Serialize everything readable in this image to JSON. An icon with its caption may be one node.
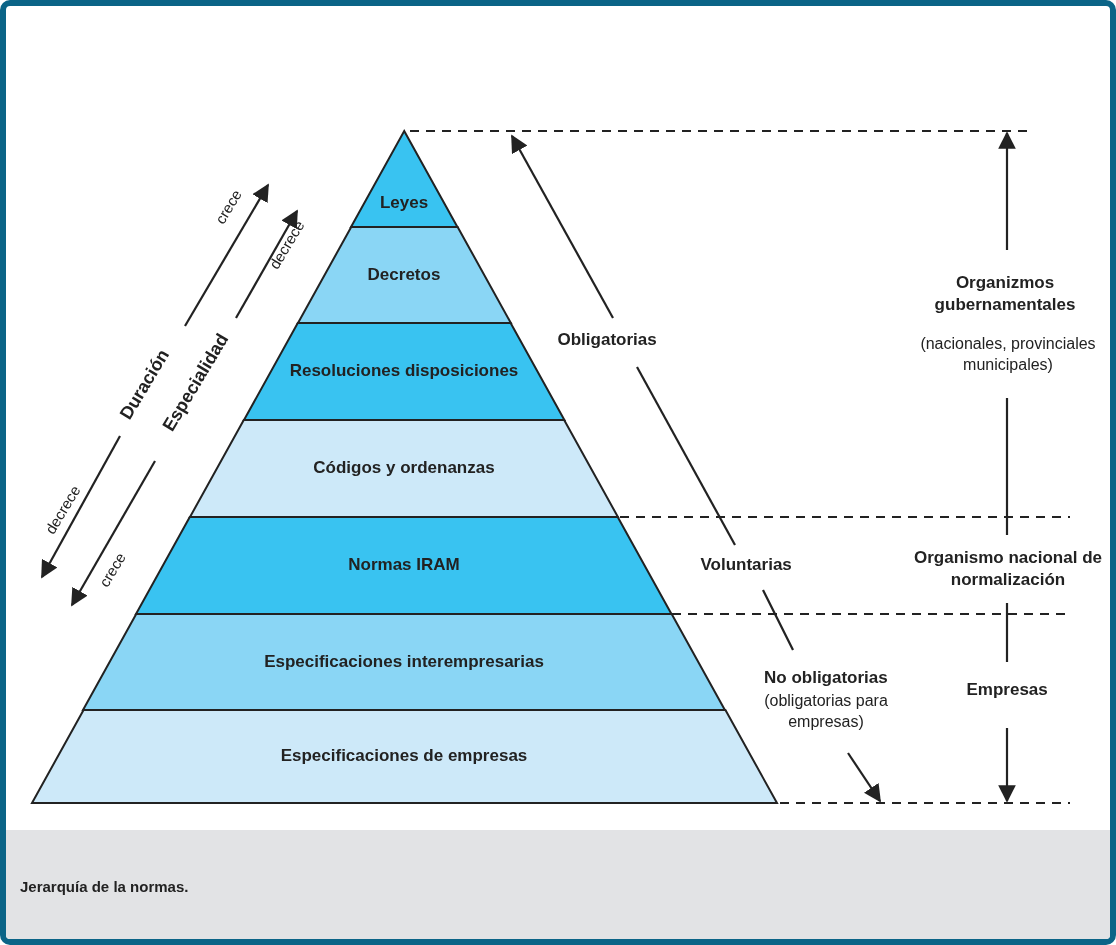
{
  "diagram": {
    "caption": "Jerarquía de la normas.",
    "nodes": [
      {
        "text": [
          "Leyes"
        ]
      },
      {
        "text": [
          "Decretos"
        ]
      },
      {
        "text": [
          "Resoluciones disposiciones"
        ]
      },
      {
        "text": [
          "Códigos y ordenanzas"
        ]
      },
      {
        "text": [
          "Normas IRAM"
        ]
      },
      {
        "text": [
          "Especificaciones interempresarias"
        ]
      },
      {
        "text": [
          "Especificaciones de empresas"
        ]
      }
    ],
    "labels": [
      "crece",
      "decrece",
      "Duración",
      "Especialidad",
      "decrece",
      "crece",
      "Obligatorias",
      "Voluntarias",
      "No obligatorias",
      "(obligatorias para empresas)",
      "Organizmos gubernamentales",
      "(nacionales, provinciales municipales)",
      "Organismo nacional de normalización",
      "Empresas"
    ]
  }
}
